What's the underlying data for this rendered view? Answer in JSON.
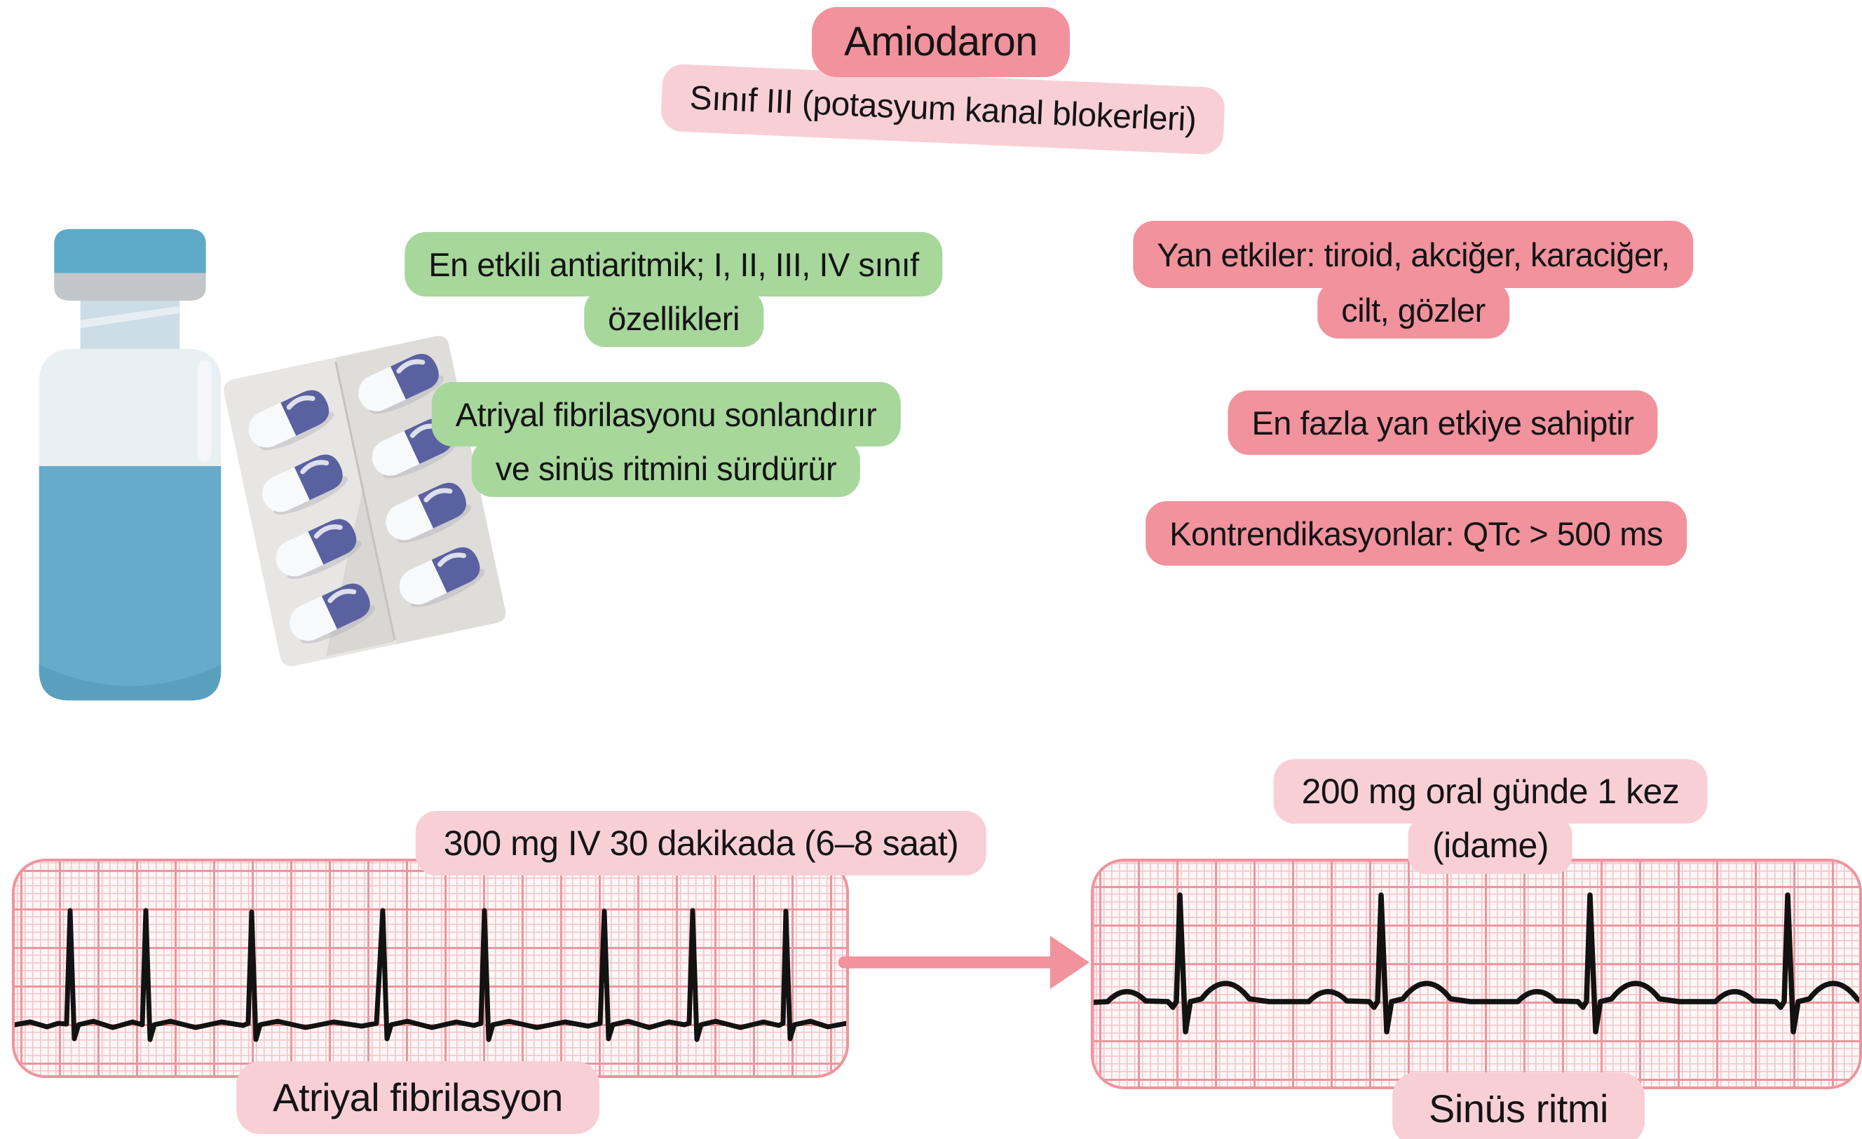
{
  "header": {
    "title": "Amiodaron",
    "subtitle": "Sınıf III (potasyum kanal blokerleri)"
  },
  "benefit_notes": [
    {
      "line1": "En etkili antiaritmik; I, II, III, IV sınıf",
      "line2": "özellikleri"
    },
    {
      "line1": "Atriyal fibrilasyonu sonlandırır",
      "line2": "ve sinüs ritmini sürdürür"
    }
  ],
  "warning_notes": [
    {
      "line1": "Yan etkiler: tiroid, akciğer, karaciğer,",
      "line2": "cilt, gözler"
    },
    {
      "line1": "En fazla yan etkiye sahiptir"
    },
    {
      "line1": "Kontrendikasyonlar: QTc > 500 ms"
    }
  ],
  "ecg_before": {
    "dose": "300 mg IV 30 dakikada (6–8 saat)",
    "label": "Atriyal fibrilasyon",
    "rhythm": "atrial fibrillation: 8 narrow irregular QRS spikes, wavy baseline, no P waves"
  },
  "ecg_after": {
    "dose_line1": "200 mg oral günde 1 kez",
    "dose_line2": "(idame)",
    "label": "Sinüs ritmi",
    "rhythm": "sinus rhythm: 4 regular beats with P wave, QRS and T wave"
  },
  "icons": {
    "vial": "vial-icon",
    "blister_pack": "blister-pack-icon",
    "arrow": "arrow-right-icon",
    "ecg_before_trace": "ecg-trace-atrial-fibrillation",
    "ecg_after_trace": "ecg-trace-sinus-rhythm"
  },
  "colors": {
    "accent_salmon": "#f1929d",
    "accent_light_pink": "#f9cfd6",
    "accent_green": "#a7d79b",
    "ecg_paper": "#fdf6f6",
    "ecg_grid_minor": "#f4c3c8",
    "ecg_grid_major": "#ee949d",
    "trace_black": "#121212",
    "vial_blue": "#5ea9c8",
    "vial_liquid": "#66abca",
    "vial_glass": "#e9f0f4",
    "vial_neck": "#ccdde7",
    "vial_gray": "#c3c6c8",
    "blister_gray": "#e7e6e4",
    "blister_gray_dark": "#dfddda",
    "capsule_navy": "#5a61a0"
  }
}
